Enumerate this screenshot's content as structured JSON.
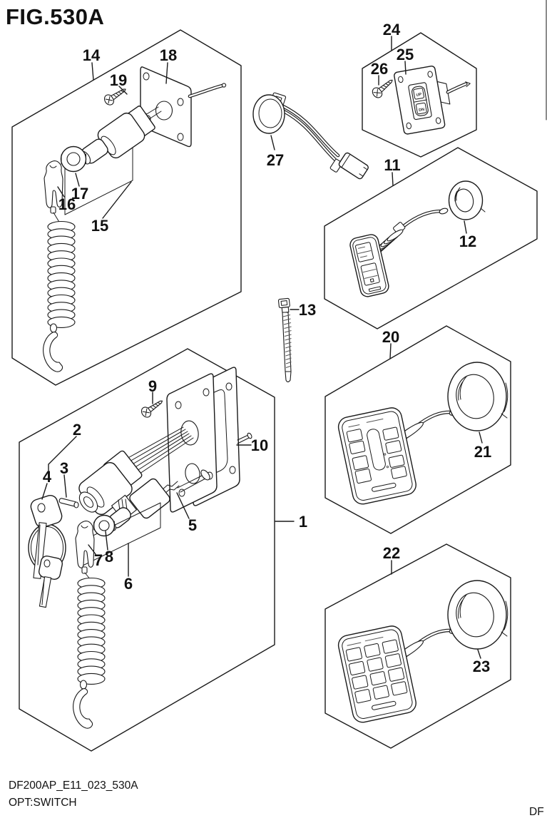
{
  "title": "FIG.530A",
  "footer": {
    "code": "DF200AP_E11_023_530A",
    "caption": "OPT:SWITCH",
    "corner": "DF"
  },
  "colors": {
    "ink": "#1a1a1a",
    "paper": "#ffffff"
  },
  "trim_switch": {
    "up": "UP",
    "dn": "DN"
  },
  "part_labels": {
    "p1": "1",
    "p2": "2",
    "p3": "3",
    "p4": "4",
    "p5": "5",
    "p6": "6",
    "p7": "7",
    "p8": "8",
    "p9": "9",
    "p10": "10",
    "p11": "11",
    "p12": "12",
    "p13": "13",
    "p14": "14",
    "p15": "15",
    "p16": "16",
    "p17": "17",
    "p18": "18",
    "p19": "19",
    "p20": "20",
    "p21": "21",
    "p22": "22",
    "p23": "23",
    "p24": "24",
    "p25": "25",
    "p26": "26",
    "p27": "27"
  }
}
